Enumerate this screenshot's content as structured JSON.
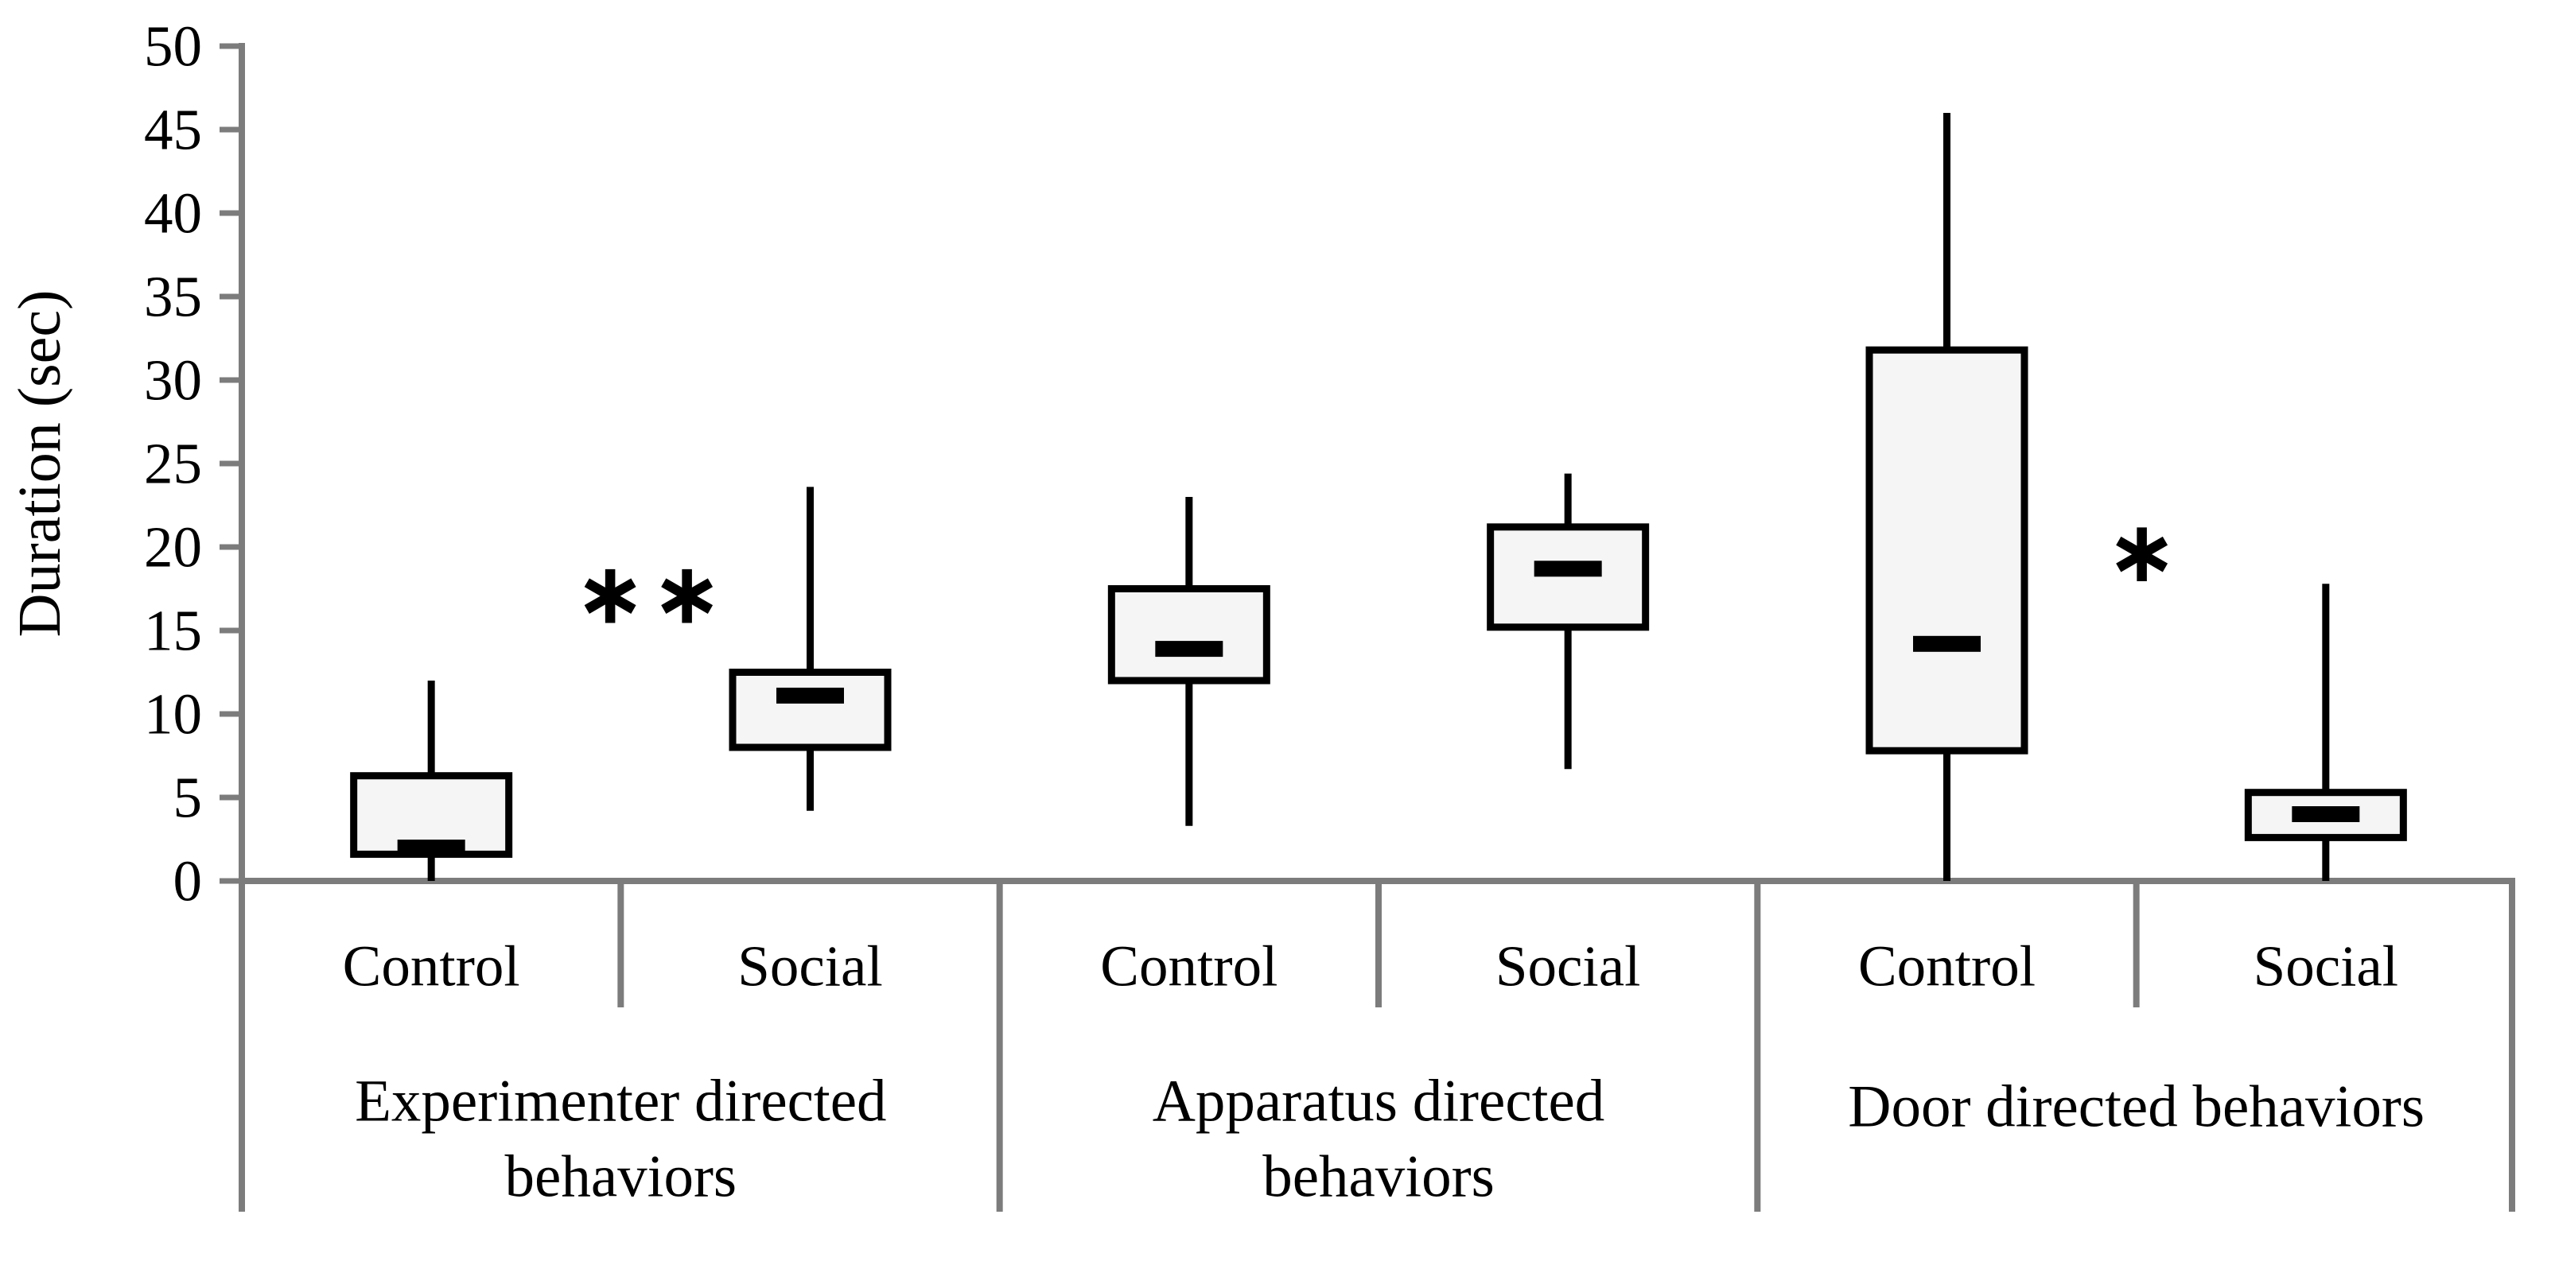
{
  "chart_data": {
    "type": "box",
    "title": "",
    "ylabel": "Duration (sec)",
    "xlabel": "",
    "ylim": [
      0,
      50
    ],
    "yticks": [
      0,
      5,
      10,
      15,
      20,
      25,
      30,
      35,
      40,
      45,
      50
    ],
    "grid": false,
    "legend": false,
    "units": "sec",
    "groups": [
      {
        "label_lines": [
          "Experimenter directed",
          "behaviors"
        ],
        "significance": {
          "text": "**",
          "y_value": 17.2
        },
        "boxes": [
          {
            "condition": "Control",
            "min": 0,
            "q1": 1.6,
            "median": 2.0,
            "q3": 6.3,
            "max": 12.0
          },
          {
            "condition": "Social",
            "min": 4.2,
            "q1": 8.0,
            "median": 11.1,
            "q3": 12.5,
            "max": 23.6
          }
        ]
      },
      {
        "label_lines": [
          "Apparatus directed",
          "behaviors"
        ],
        "significance": null,
        "boxes": [
          {
            "condition": "Control",
            "min": 3.3,
            "q1": 12.0,
            "median": 13.9,
            "q3": 17.5,
            "max": 23.0
          },
          {
            "condition": "Social",
            "min": 6.7,
            "q1": 15.2,
            "median": 18.7,
            "q3": 21.2,
            "max": 24.4
          }
        ]
      },
      {
        "label_lines": [
          "Door directed behaviors"
        ],
        "significance": {
          "text": "*",
          "y_value": 19.7
        },
        "boxes": [
          {
            "condition": "Control",
            "min": 0,
            "q1": 7.8,
            "median": 14.2,
            "q3": 31.8,
            "max": 46.0
          },
          {
            "condition": "Social",
            "min": 0,
            "q1": 2.6,
            "median": 4.0,
            "q3": 5.3,
            "max": 17.8
          }
        ]
      }
    ],
    "colors": {
      "axis": "#7c7c7c",
      "box_border": "#000000",
      "box_fill": "#f5f5f5",
      "median": "#000000",
      "text": "#000000"
    }
  }
}
